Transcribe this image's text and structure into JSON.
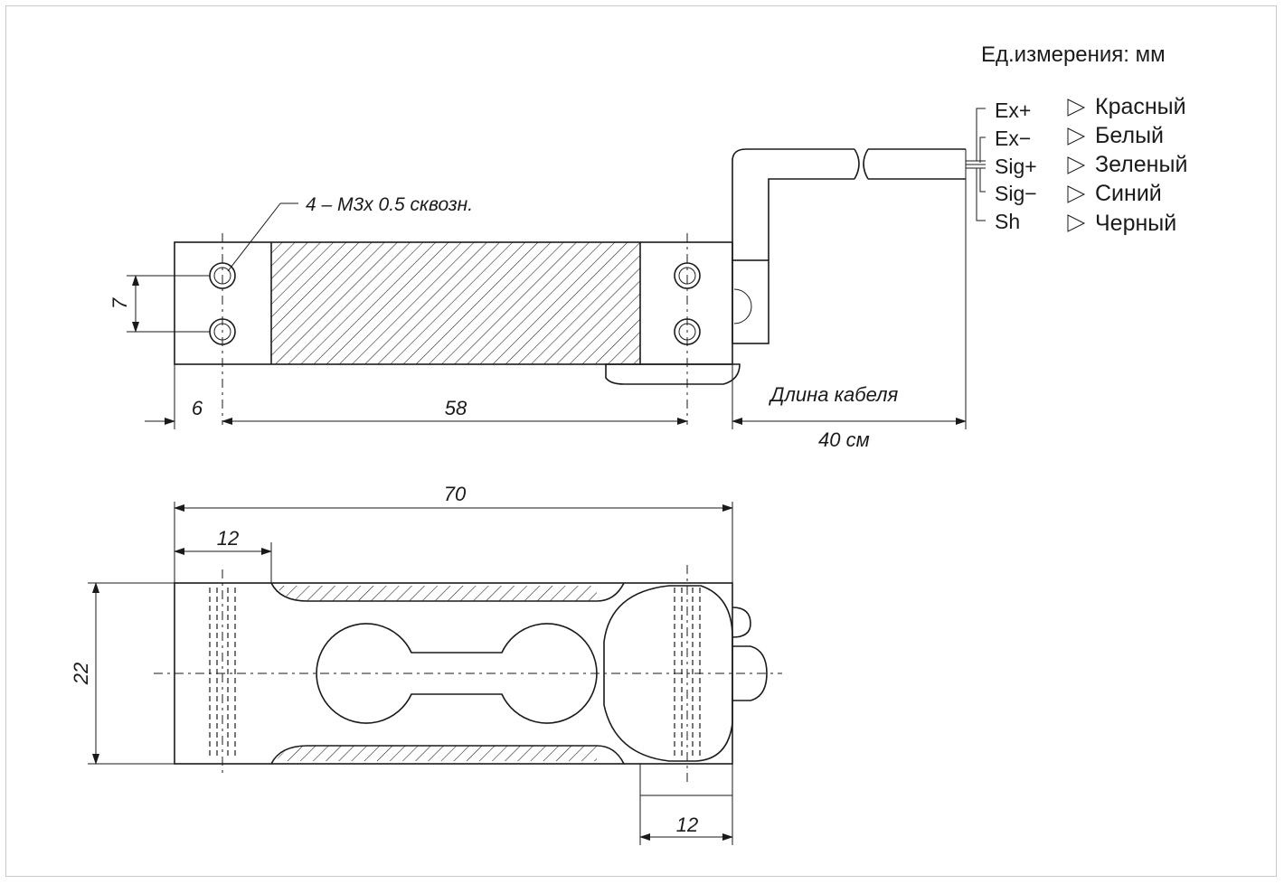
{
  "units_label": "Ед.измерения: мм",
  "wires": [
    {
      "pin": "Ex+",
      "color": "Красный"
    },
    {
      "pin": "Ex−",
      "color": "Белый"
    },
    {
      "pin": "Sig+",
      "color": "Зеленый"
    },
    {
      "pin": "Sig−",
      "color": "Синий"
    },
    {
      "pin": "Sh",
      "color": "Черный"
    }
  ],
  "hole_note": "4 – M3x 0.5 сквозн.",
  "cable_label": "Длина кабеля",
  "dimensions": {
    "cable_length": "40 см",
    "hole_spacing": "7",
    "edge_to_hole": "6",
    "hole_to_hole": "58",
    "total_length": "70",
    "left_block": "12",
    "height": "22",
    "right_block": "12"
  }
}
